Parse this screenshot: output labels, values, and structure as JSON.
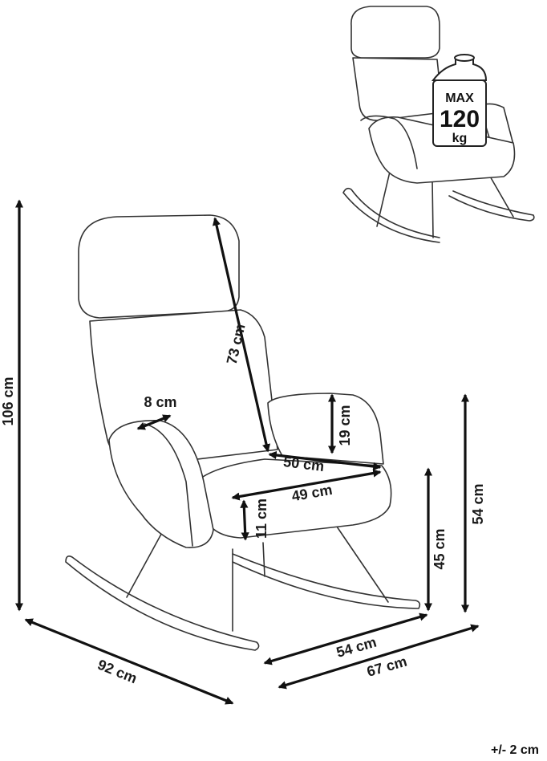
{
  "capacity_badge": {
    "line1": "MAX",
    "line2": "120",
    "line3": "kg"
  },
  "dimensions": {
    "total_height": "106 cm",
    "total_depth": "92 cm",
    "back_height": "73 cm",
    "armrest_width": "8 cm",
    "armrest_height": "19 cm",
    "seat_depth_top": "50 cm",
    "seat_width": "49 cm",
    "seat_thickness": "11 cm",
    "seat_height": "45 cm",
    "arm_height": "54 cm",
    "inner_width": "54 cm",
    "total_width": "67 cm"
  },
  "tolerance": "+/- 2 cm"
}
